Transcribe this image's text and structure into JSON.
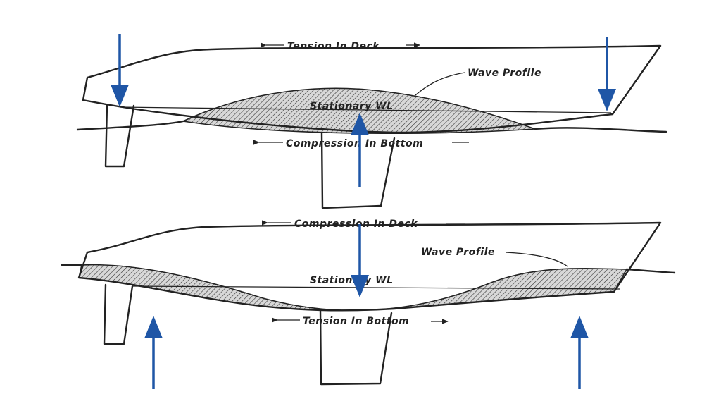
{
  "colors": {
    "arrow": "#1f56a6",
    "ink": "#222222"
  },
  "top_panel": {
    "deck_label": "Tension In Deck",
    "bottom_label": "Compression In Bottom",
    "waterline_label": "Stationary WL",
    "wave_label": "Wave Profile"
  },
  "bottom_panel": {
    "deck_label": "Compression In Deck",
    "bottom_label": "Tension In Bottom",
    "waterline_label": "Stationary WL",
    "wave_label": "Wave Profile"
  }
}
